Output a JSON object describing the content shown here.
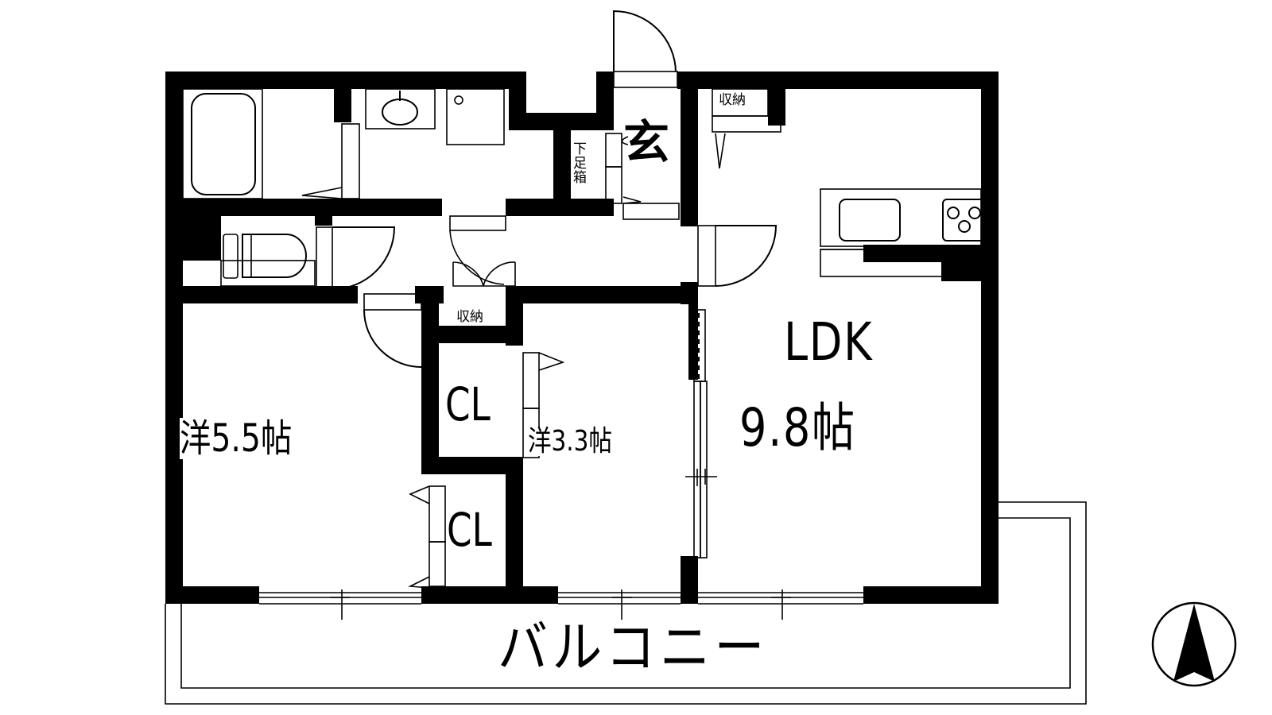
{
  "floor_plan": {
    "rooms": {
      "ldk": {
        "name": "LDK",
        "size": "9.8帖"
      },
      "western_1": {
        "label": "洋5.5帖"
      },
      "western_2": {
        "label": "洋3.3帖"
      },
      "closet_1": {
        "label": "CL"
      },
      "closet_2": {
        "label": "CL"
      },
      "entrance": {
        "label": "玄"
      },
      "shoe_box": {
        "label": "下足箱"
      },
      "storage_hall": {
        "label": "収納"
      },
      "storage_entrance": {
        "label": "収納"
      },
      "balcony": {
        "label": "バルコニー"
      }
    },
    "fixtures": [
      "bathtub",
      "washbasin",
      "washing-machine-space",
      "toilet",
      "kitchen-sink",
      "gas-stove-3-burner"
    ],
    "compass": {
      "direction": "north",
      "icon": "north-arrow-icon"
    },
    "colors": {
      "wall": "#000000",
      "background": "#ffffff"
    }
  }
}
